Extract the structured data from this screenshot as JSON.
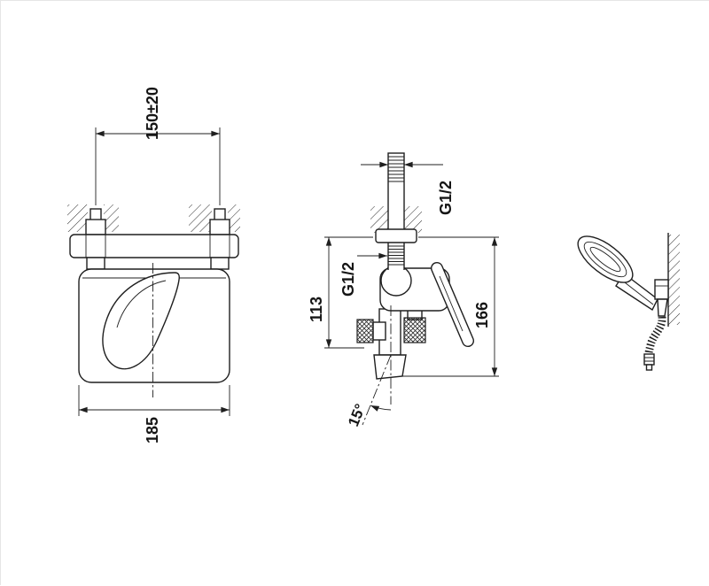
{
  "drawing": {
    "type": "bath-shower-mixer-technical-drawing",
    "line_color": "#1f1f1f",
    "background": "#ffffff"
  },
  "dimensions": {
    "front": {
      "mount_span": "150±20",
      "overall_width": "185"
    },
    "side": {
      "top_thread": "G1/2",
      "side_thread": "G1/2",
      "spout_height": "113",
      "overall_height": "166",
      "spout_angle": "15°"
    }
  }
}
